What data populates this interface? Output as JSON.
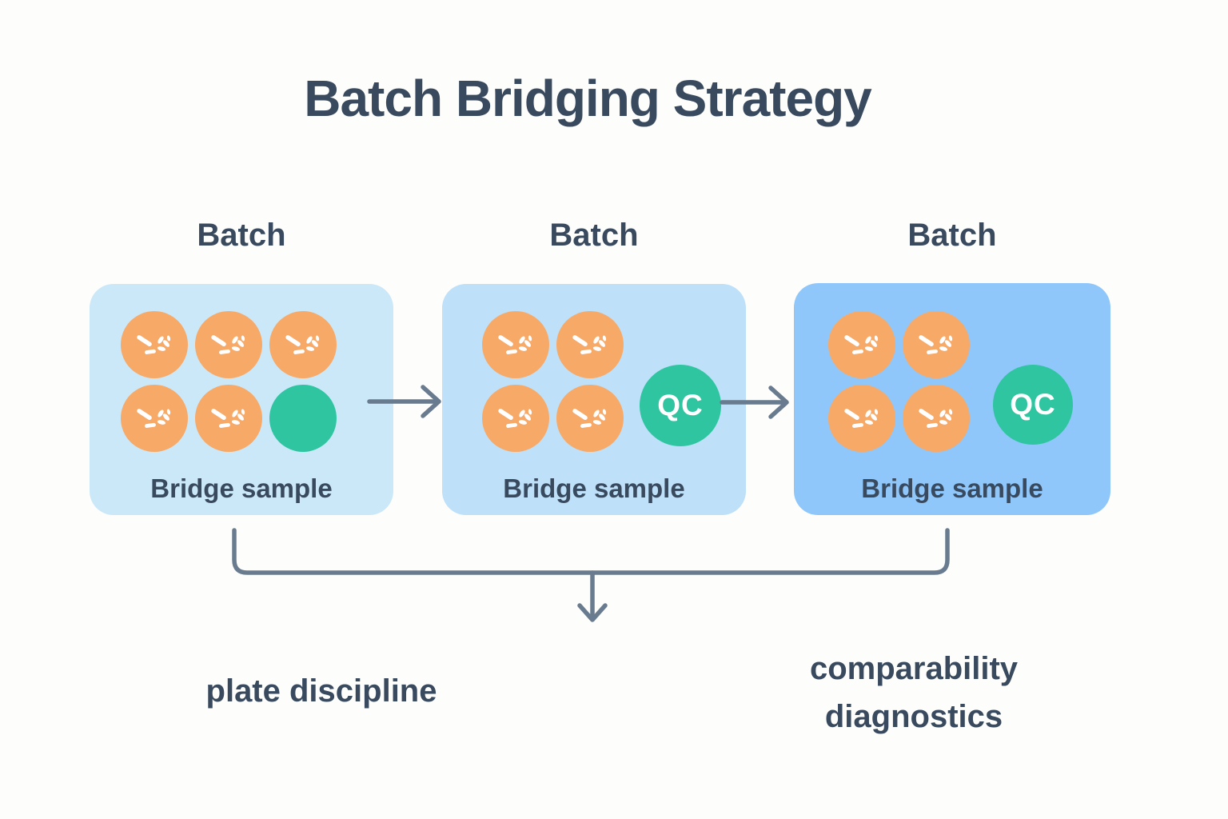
{
  "title": "Batch Bridging Strategy",
  "batches": [
    {
      "label": "Batch",
      "bridge_label": "Bridge sample",
      "sample_wells": 5,
      "has_blank_teal_well": true,
      "qc_label": ""
    },
    {
      "label": "Batch",
      "bridge_label": "Bridge sample",
      "sample_wells": 4,
      "has_blank_teal_well": false,
      "qc_label": "QC"
    },
    {
      "label": "Batch",
      "bridge_label": "Bridge sample",
      "sample_wells": 4,
      "has_blank_teal_well": false,
      "qc_label": "QC"
    }
  ],
  "footnotes": {
    "left": "plate discipline",
    "right_line1": "comparability",
    "right_line2": "diagnostics"
  },
  "colors": {
    "background": "#FDFDFB",
    "text": "#394A5F",
    "box_light": "#CBE8F9",
    "box_medium": "#BEE0F8",
    "box_dark": "#90C7FA",
    "sample_orange": "#F7A968",
    "qc_teal": "#2FC5A1",
    "arrow": "#697B8E"
  }
}
